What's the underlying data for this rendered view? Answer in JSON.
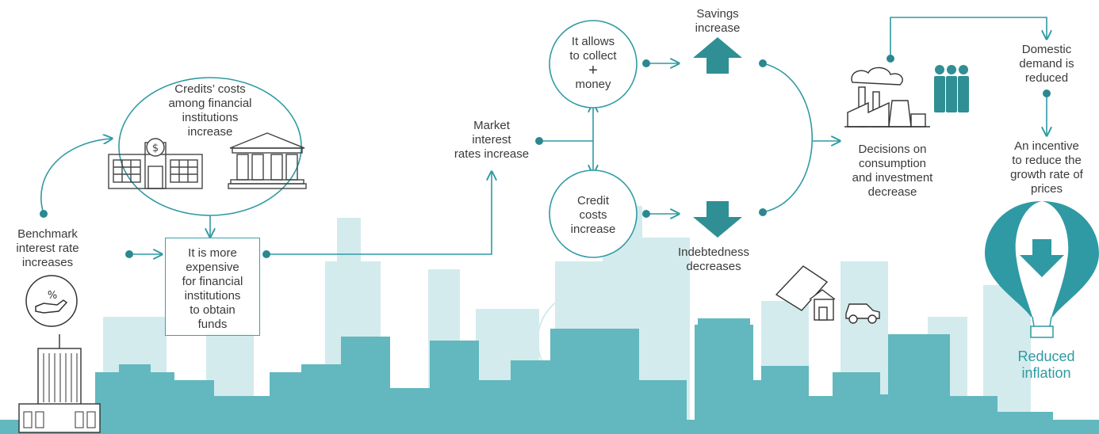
{
  "colors": {
    "teal": "#2f9aa3",
    "dark_teal": "#2c8a90",
    "city_dark": "#5fb7bd",
    "city_light": "#cde8ea",
    "text": "#3a3a3a"
  },
  "nodes": {
    "benchmark": [
      "Benchmark",
      "interest rate",
      "increases"
    ],
    "credits_costs": [
      "Credits’ costs",
      "among financial",
      "institutions",
      "increase"
    ],
    "more_expensive": [
      "It is more",
      "expensive",
      "for financial",
      "institutions",
      "to obtain",
      "funds"
    ],
    "market_rates": [
      "Market",
      "interest",
      "rates increase"
    ],
    "allows_collect": [
      "It allows",
      "to collect",
      "+",
      "money"
    ],
    "credit_costs": [
      "Credit",
      "costs",
      "increase"
    ],
    "savings": [
      "Savings",
      "increase"
    ],
    "indebtedness": [
      "Indebtedness",
      "decreases"
    ],
    "decisions": [
      "Decisions on",
      "consumption",
      "and investment",
      "decrease"
    ],
    "domestic": [
      "Domestic",
      "demand is",
      "reduced"
    ],
    "incentive": [
      "An incentive",
      "to reduce the",
      "growth rate of",
      "prices"
    ],
    "reduced_inflation": [
      "Reduced",
      "inflation"
    ]
  },
  "icons": [
    "percent-hand-icon",
    "bank-building-icon",
    "classical-bank-icon",
    "office-tower-icon",
    "factory-icon",
    "people-icon",
    "ticket-house-car-icon",
    "balloon-icon",
    "arrow-up-icon",
    "arrow-down-icon"
  ]
}
